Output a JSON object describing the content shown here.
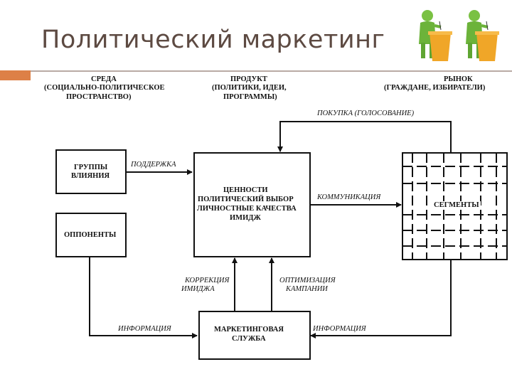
{
  "slide": {
    "title": "Политический маркетинг"
  },
  "diagram": {
    "headers": {
      "environment": "СРЕДА",
      "environment_sub1": "(СОЦИАЛЬНО-ПОЛИТИЧЕСКОЕ",
      "environment_sub2": "ПРОСТРАНСТВО)",
      "product": "ПРОДУКТ",
      "product_sub1": "(ПОЛИТИКИ, ИДЕИ,",
      "product_sub2": "ПРОГРАММЫ)",
      "market": "РЫНОК",
      "market_sub": "(ГРАЖДАНЕ, ИЗБИРАТЕЛИ)"
    },
    "boxes": {
      "influence_groups_1": "ГРУППЫ",
      "influence_groups_2": "ВЛИЯНИЯ",
      "opponents": "ОППОНЕНТЫ",
      "values_1": "ЦЕННОСТИ",
      "values_2": "ПОЛИТИЧЕСКИЙ ВЫБОР",
      "values_3": "ЛИЧНОСТНЫЕ КАЧЕСТВА",
      "values_4": "ИМИДЖ",
      "segments": "СЕГМЕНТЫ",
      "marketing_service_1": "МАРКЕТИНГОВАЯ",
      "marketing_service_2": "СЛУЖБА"
    },
    "arrows": {
      "purchase": "ПОКУПКА (ГОЛОСОВАНИЕ)",
      "support": "ПОДДЕРЖКА",
      "communication": "КОММУНИКАЦИЯ",
      "image_correction_1": "КОРРЕКЦИЯ",
      "image_correction_2": "ИМИДЖА",
      "campaign_optimization_1": "ОПТИМИЗАЦИЯ",
      "campaign_optimization_2": "КАМПАНИИ",
      "information_left": "ИНФОРМАЦИЯ",
      "information_right": "ИНФОРМАЦИЯ"
    }
  },
  "colors": {
    "title": "#5d4a42",
    "accent": "#dd8047",
    "divider": "#b9aaa4",
    "figure": "#7ac143",
    "podium": "#f0a628"
  },
  "icons": {
    "logo": "two-speakers-at-podiums-icon"
  }
}
